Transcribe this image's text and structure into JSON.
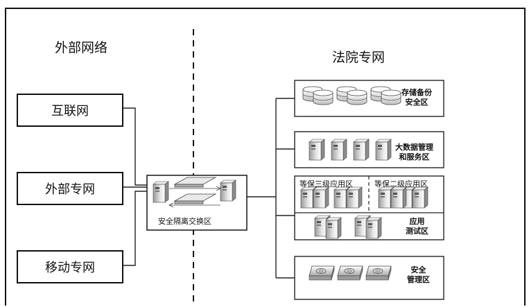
{
  "left_title": "外部网络",
  "right_title": "法院专网",
  "sources": [
    "互联网",
    "外部专网",
    "移动专网"
  ],
  "exchange_label": "安全隔离交换区",
  "zones": {
    "storage": [
      "存储备份",
      "安全区"
    ],
    "bigdata": [
      "大数据管理",
      "和服务区"
    ],
    "level3": "等保三级应用区",
    "level2": "等保二级应用区",
    "test": [
      "应用",
      "测试区"
    ],
    "mgmt": [
      "安全",
      "管理区"
    ]
  }
}
